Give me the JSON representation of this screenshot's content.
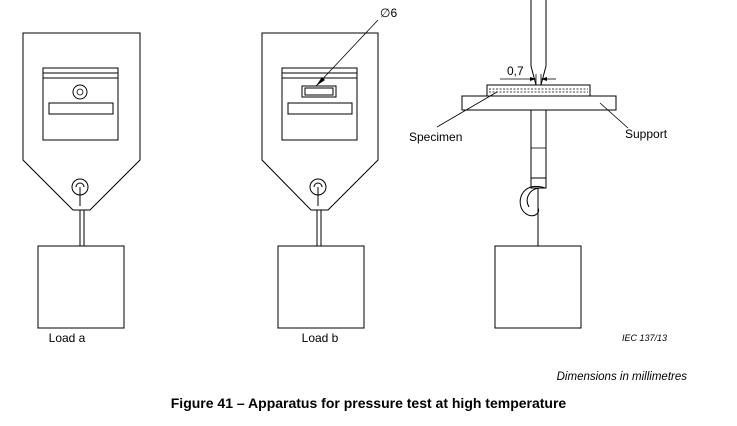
{
  "labels": {
    "diameter": "∅6",
    "gap": "0,7",
    "specimen": "Specimen",
    "support": "Support",
    "load_a": "Load a",
    "load_b": "Load b",
    "ref": "IEC  137/13"
  },
  "dimensions_note": "Dimensions in millimetres",
  "caption": "Figure 41 – Apparatus for pressure test at high temperature"
}
